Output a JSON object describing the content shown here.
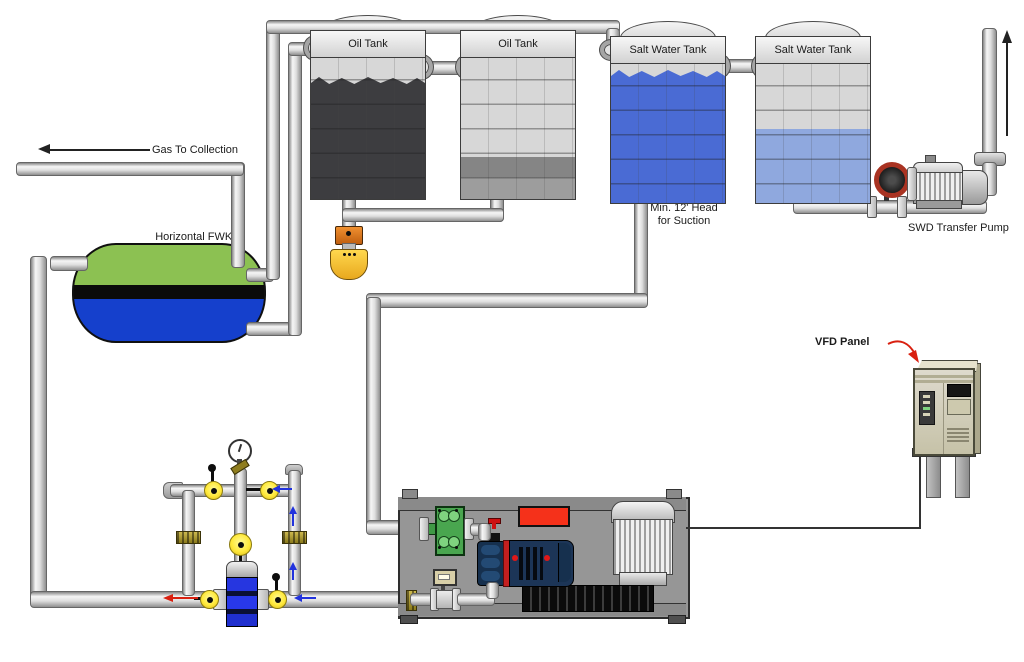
{
  "diagram": {
    "gas_line_label": "Gas To Collection",
    "fwko_label": "Horizontal FWKO",
    "oil_tank_1_label": "Oil Tank",
    "oil_tank_2_label": "Oil Tank",
    "salt_water_tank_1_label": "Salt Water Tank",
    "salt_water_tank_2_label": "Salt Water Tank",
    "suction_note_line_1": "Min. 12' Head",
    "suction_note_line_2": "for Suction",
    "swd_pump_label": "SWD Transfer Pump",
    "vfd_label": "VFD Panel"
  },
  "colors": {
    "fwko_gas_green": "#8cc152",
    "fwko_oil_band_black": "#0b0b0b",
    "fwko_water_blue": "#1540cc",
    "oil_fill_dark": "#3d3d40",
    "salt_water_fill": "#4a6bd4",
    "salt_water_fill_light": "#8fa8de",
    "pipe_gray": "#dedede",
    "valve_yellow": "#ffe93a",
    "flange_gold": "#a98f2e",
    "strainer_blue": "#2030dd",
    "skid_gray": "#969696",
    "nameplate_red": "#f5311a",
    "flow_arrow_red": "#d92010",
    "flow_arrow_blue": "#2233dd",
    "vfd_beige": "#d6d2ba",
    "dump_valve_orange": "#e0781e",
    "dump_valve_yellow": "#f2c12e"
  }
}
